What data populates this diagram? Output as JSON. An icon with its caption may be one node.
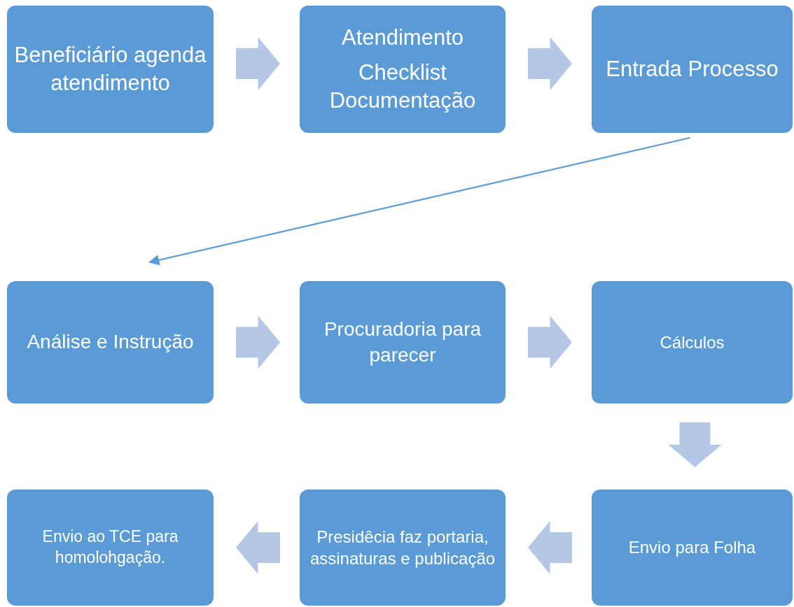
{
  "diagram": {
    "nodes": [
      {
        "text": [
          "Beneficiário agenda atendimento"
        ]
      },
      {
        "text": [
          "Atendimento",
          "Checklist Documentação"
        ]
      },
      {
        "text": [
          "Entrada Processo"
        ]
      },
      {
        "text": [
          "Análise e Instrução"
        ]
      },
      {
        "text": [
          "Procuradoria para parecer"
        ]
      },
      {
        "text": [
          "Cálculos"
        ]
      },
      {
        "text": [
          "Envio para Folha"
        ]
      },
      {
        "text": [
          "Presidêcia faz portaria, assinaturas e publicação"
        ]
      },
      {
        "text": [
          "Envio ao TCE para homolohgação."
        ]
      }
    ],
    "edges": [
      {
        "from": 0,
        "to": 1,
        "arrow": "to",
        "style": "thick",
        "color": "#b4c7e7"
      },
      {
        "from": 1,
        "to": 2,
        "arrow": "to",
        "style": "thick",
        "color": "#b4c7e7"
      },
      {
        "from": 2,
        "to": 3,
        "arrow": "to"
      },
      {
        "from": 3,
        "to": 4,
        "arrow": "to",
        "style": "thick",
        "color": "#b4c7e7"
      },
      {
        "from": 4,
        "to": 5,
        "arrow": "to",
        "style": "thick",
        "color": "#b4c7e7"
      },
      {
        "from": 5,
        "to": 6,
        "arrow": "to",
        "style": "thick",
        "color": "#b4c7e7"
      },
      {
        "from": 6,
        "to": 7,
        "arrow": "to",
        "style": "thick",
        "color": "#b4c7e7"
      },
      {
        "from": 7,
        "to": 8,
        "arrow": "to",
        "style": "thick",
        "color": "#b4c7e7"
      }
    ]
  }
}
